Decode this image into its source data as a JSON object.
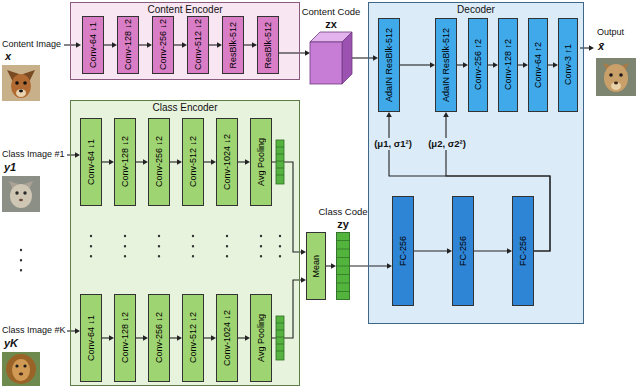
{
  "diagram": {
    "nodes": [
      {
        "text": [
          "Content Encoder"
        ]
      },
      {
        "text": [
          "Conv-64 ↓1"
        ],
        "in": 0
      },
      {
        "text": [
          "Conv-128 ↓2"
        ],
        "in": 0
      },
      {
        "text": [
          "Conv-256 ↓2"
        ],
        "in": 0
      },
      {
        "text": [
          "Conv-512 ↓2"
        ],
        "in": 0
      },
      {
        "text": [
          "ResBlk-512"
        ],
        "in": 0
      },
      {
        "text": [
          "ResBlk-512"
        ],
        "in": 0
      },
      {
        "text": [
          "Content Code",
          "zx"
        ]
      },
      {
        "text": [
          "Class Encoder"
        ]
      },
      {
        "text": [
          "Conv-64 ↓1"
        ],
        "in": 8
      },
      {
        "text": [
          "Conv-128 ↓2"
        ],
        "in": 8
      },
      {
        "text": [
          "Conv-256 ↓2"
        ],
        "in": 8
      },
      {
        "text": [
          "Conv-512 ↓2"
        ],
        "in": 8
      },
      {
        "text": [
          "Conv-1024 ↓2"
        ],
        "in": 8
      },
      {
        "text": [
          "Avg Pooling"
        ],
        "in": 8
      },
      {
        "text": [
          "Conv-64 ↓1"
        ],
        "in": 8
      },
      {
        "text": [
          "Conv-128 ↓2"
        ],
        "in": 8
      },
      {
        "text": [
          "Conv-256 ↓2"
        ],
        "in": 8
      },
      {
        "text": [
          "Conv-512 ↓2"
        ],
        "in": 8
      },
      {
        "text": [
          "Conv-1024 ↓2"
        ],
        "in": 8
      },
      {
        "text": [
          "Avg Pooling"
        ],
        "in": 8
      },
      {
        "text": [
          "Mean"
        ]
      },
      {
        "text": [
          "Class Code",
          "zy"
        ]
      },
      {
        "text": [
          "Decoder"
        ]
      },
      {
        "text": [
          "AdaIN ResBlk-512"
        ],
        "in": 23
      },
      {
        "text": [
          "AdaIN ResBlk-512"
        ],
        "in": 23
      },
      {
        "text": [
          "Conv-256 ↑2"
        ],
        "in": 23
      },
      {
        "text": [
          "Conv-128 ↑2"
        ],
        "in": 23
      },
      {
        "text": [
          "Conv-64 ↑2"
        ],
        "in": 23
      },
      {
        "text": [
          "Conv-3 ↑1"
        ],
        "in": 23
      },
      {
        "text": [
          "FC-256"
        ],
        "in": 23
      },
      {
        "text": [
          "FC-256"
        ],
        "in": 23
      },
      {
        "text": [
          "FC-256"
        ],
        "in": 23
      }
    ],
    "edges": [
      {
        "from": 1,
        "to": 2,
        "arrow": "to"
      },
      {
        "from": 2,
        "to": 3,
        "arrow": "to"
      },
      {
        "from": 3,
        "to": 4,
        "arrow": "to"
      },
      {
        "from": 4,
        "to": 5,
        "arrow": "to"
      },
      {
        "from": 5,
        "to": 6,
        "arrow": "to"
      },
      {
        "from": 6,
        "to": 7,
        "arrow": "to"
      },
      {
        "from": 7,
        "to": 24,
        "arrow": "to"
      },
      {
        "from": 9,
        "to": 10,
        "arrow": "to"
      },
      {
        "from": 10,
        "to": 11,
        "arrow": "to"
      },
      {
        "from": 11,
        "to": 12,
        "arrow": "to"
      },
      {
        "from": 12,
        "to": 13,
        "arrow": "to"
      },
      {
        "from": 13,
        "to": 14,
        "arrow": "to"
      },
      {
        "from": 15,
        "to": 16,
        "arrow": "to"
      },
      {
        "from": 16,
        "to": 17,
        "arrow": "to"
      },
      {
        "from": 17,
        "to": 18,
        "arrow": "to"
      },
      {
        "from": 18,
        "to": 19,
        "arrow": "to"
      },
      {
        "from": 19,
        "to": 20,
        "arrow": "to"
      },
      {
        "from": 14,
        "to": 21,
        "arrow": "to"
      },
      {
        "from": 20,
        "to": 21,
        "arrow": "to"
      },
      {
        "from": 21,
        "to": 22,
        "arrow": "to"
      },
      {
        "from": 22,
        "to": 30,
        "arrow": "to"
      },
      {
        "from": 30,
        "to": 31,
        "arrow": "to"
      },
      {
        "from": 31,
        "to": 32,
        "arrow": "to"
      },
      {
        "from": 32,
        "to": 24,
        "label": "(μ1, σ1²)",
        "arrow": "to"
      },
      {
        "from": 32,
        "to": 25,
        "label": "(μ2, σ2²)",
        "arrow": "to"
      },
      {
        "from": 24,
        "to": 25,
        "arrow": "to"
      },
      {
        "from": 25,
        "to": 26,
        "arrow": "to"
      },
      {
        "from": 26,
        "to": 27,
        "arrow": "to"
      },
      {
        "from": 27,
        "to": 28,
        "arrow": "to"
      },
      {
        "from": 28,
        "to": 29,
        "arrow": "to"
      }
    ],
    "labels": [
      "Content Image",
      "x",
      "Class Image #1",
      "y1",
      "Class Image #K",
      "yK",
      "Output",
      "x̄"
    ]
  }
}
